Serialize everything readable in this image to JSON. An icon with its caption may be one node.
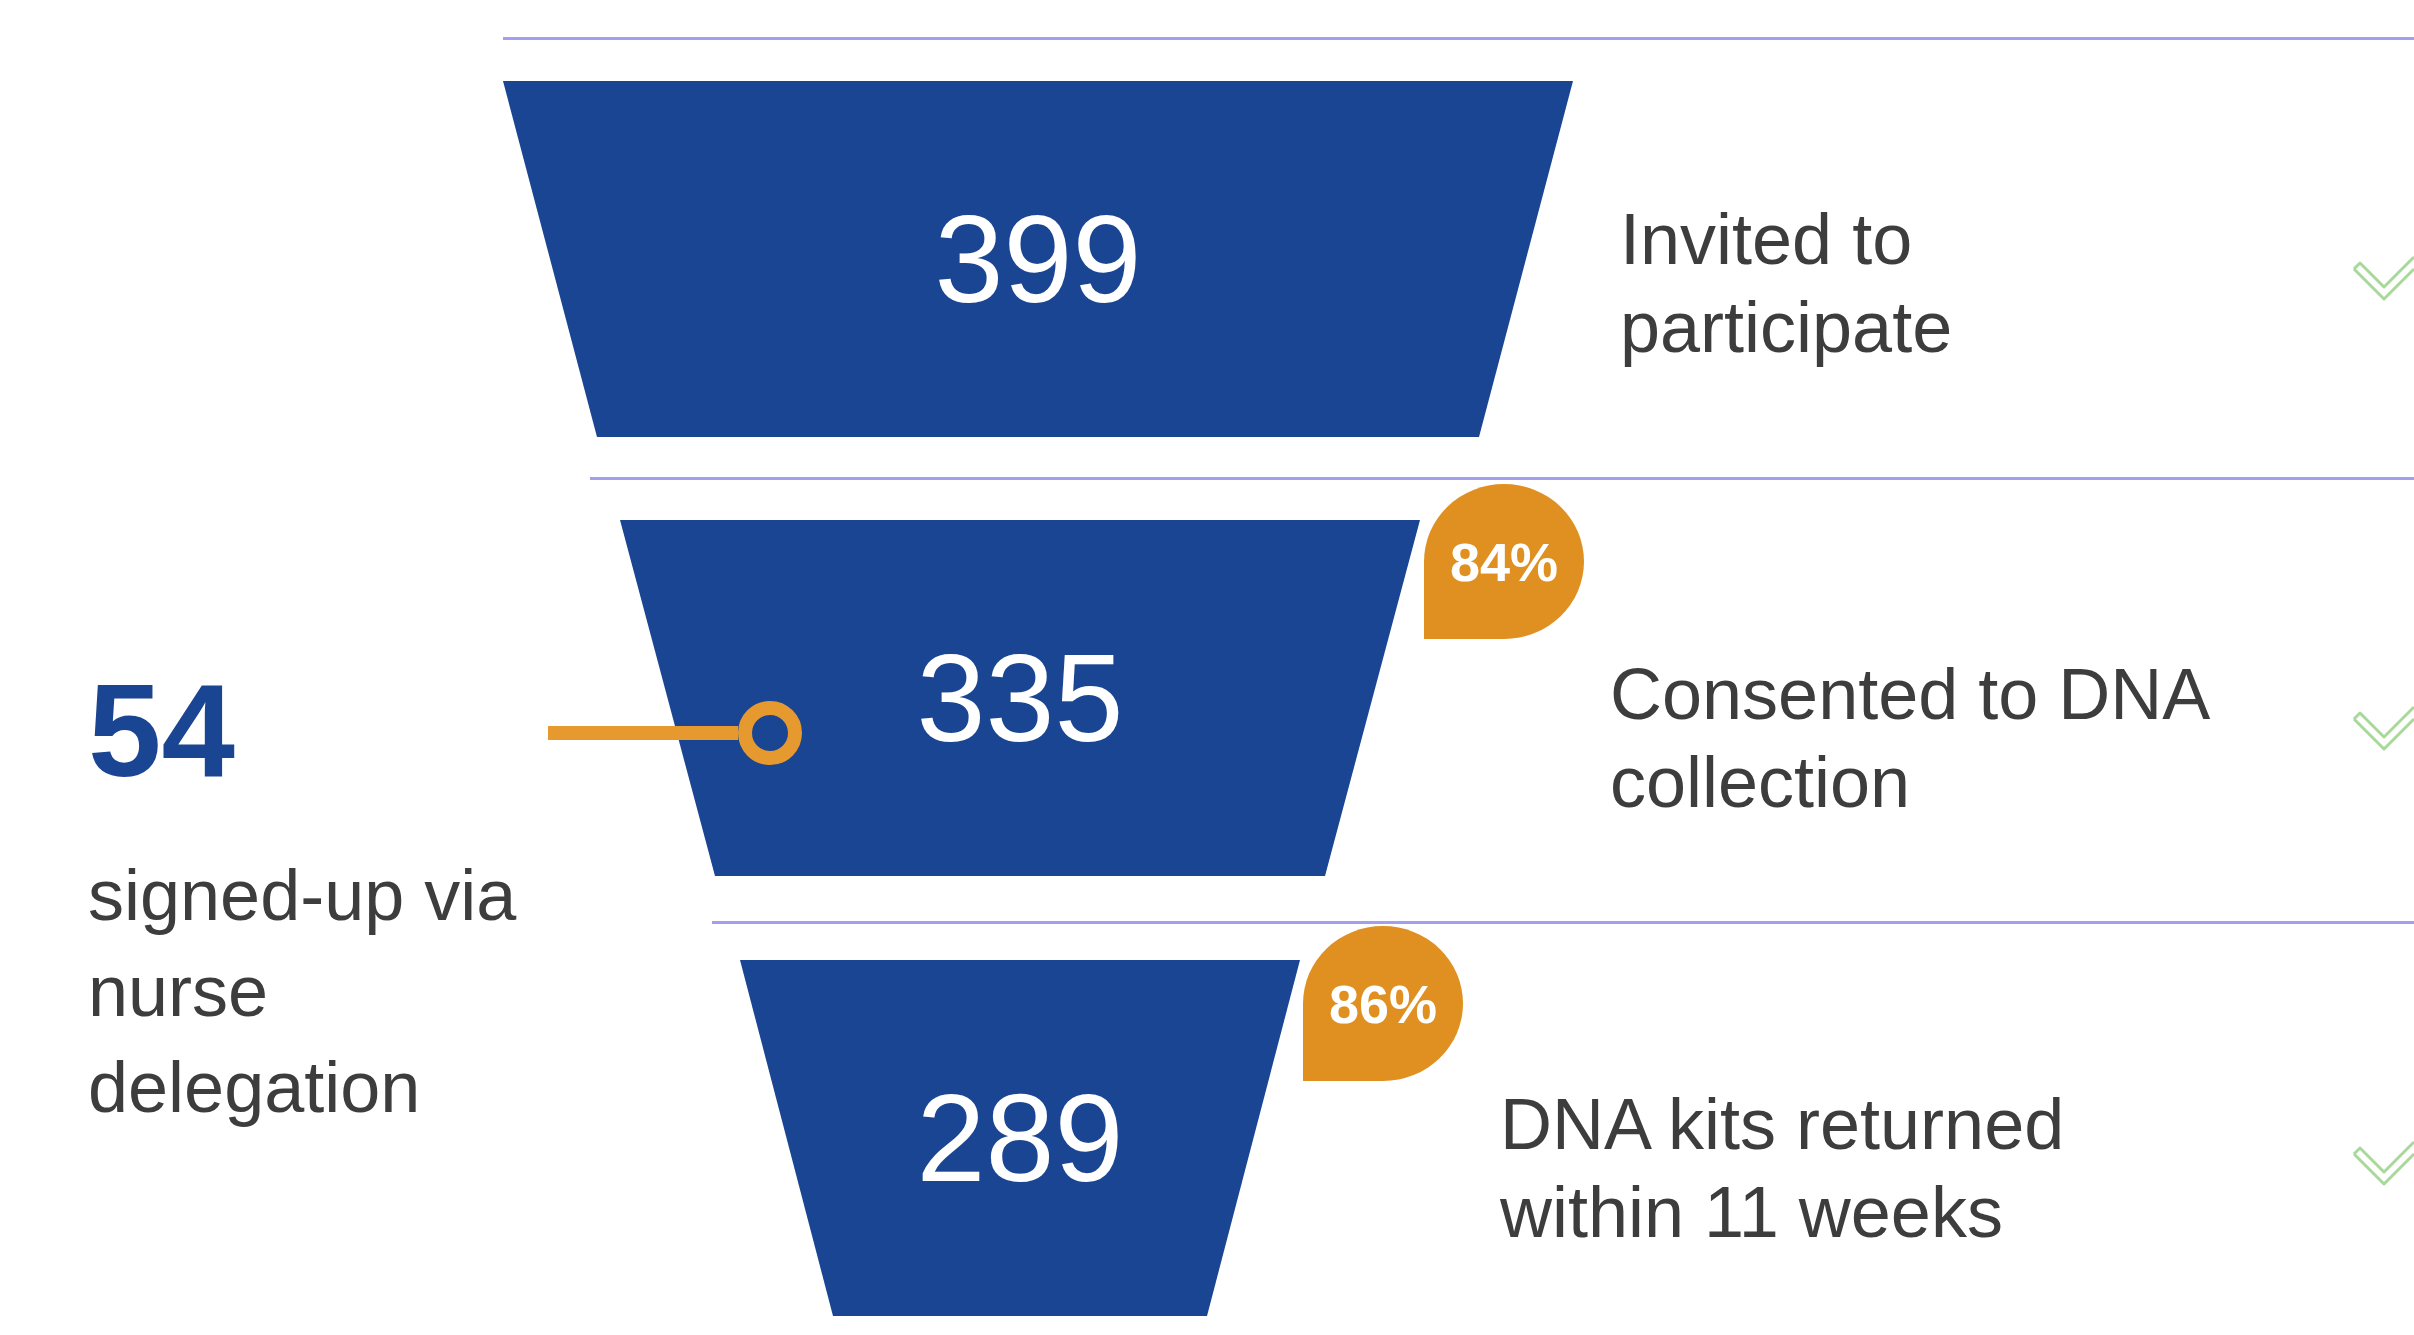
{
  "diagram": {
    "nodes": [
      {
        "text": [
          "399"
        ]
      },
      {
        "text": [
          "84%"
        ]
      },
      {
        "text": [
          "335"
        ]
      },
      {
        "text": [
          "54",
          "signed-up via nurse delegation"
        ]
      },
      {
        "text": [],
        "shape": "circle",
        "in": 2
      },
      {
        "text": [
          "86%"
        ]
      },
      {
        "text": [
          "289"
        ]
      }
    ],
    "edges": [
      {
        "from": 3,
        "to": 4,
        "arrow": "none"
      }
    ],
    "labels": [
      "Invited to participate",
      "Consented to DNA collection",
      "DNA kits returned within 11 weeks"
    ]
  }
}
